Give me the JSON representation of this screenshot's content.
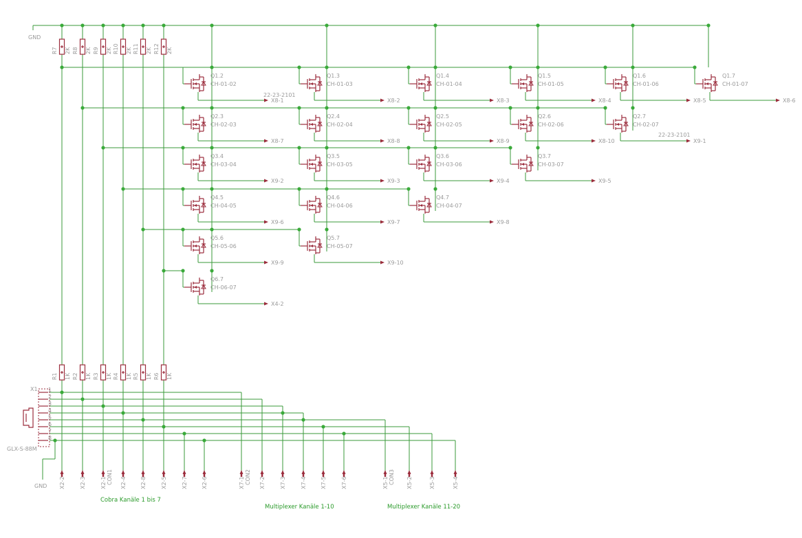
{
  "gnd_label": "GND",
  "connector": {
    "ref": "X1",
    "value": "GLX-S-88M",
    "pins": [
      "1",
      "2",
      "3",
      "4",
      "5",
      "6",
      "7",
      "8"
    ]
  },
  "pullup_resistors": [
    {
      "ref": "R7",
      "value": "2K"
    },
    {
      "ref": "R8",
      "value": "2K"
    },
    {
      "ref": "R9",
      "value": "2K"
    },
    {
      "ref": "R10",
      "value": "2K"
    },
    {
      "ref": "R11",
      "value": "2K"
    },
    {
      "ref": "R12",
      "value": "2K"
    }
  ],
  "series_resistors": [
    {
      "ref": "R1",
      "value": "1K"
    },
    {
      "ref": "R2",
      "value": "1K"
    },
    {
      "ref": "R3",
      "value": "1K"
    },
    {
      "ref": "R4",
      "value": "1K"
    },
    {
      "ref": "R5",
      "value": "1K"
    },
    {
      "ref": "R6",
      "value": "1K"
    }
  ],
  "transistors": [
    {
      "ref": "Q1.2",
      "value": "CH-01-02",
      "out": "X8-1"
    },
    {
      "ref": "Q1.3",
      "value": "CH-01-03",
      "out": "X8-2"
    },
    {
      "ref": "Q1.4",
      "value": "CH-01-04",
      "out": "X8-3"
    },
    {
      "ref": "Q1.5",
      "value": "CH-01-05",
      "out": "X8-4"
    },
    {
      "ref": "Q1.6",
      "value": "CH-01-06",
      "out": "X8-5"
    },
    {
      "ref": "Q1.7",
      "value": "CH-01-07",
      "out": "X8-6"
    },
    {
      "ref": "Q2.3",
      "value": "CH-02-03",
      "out": "X8-7"
    },
    {
      "ref": "Q2.4",
      "value": "CH-02-04",
      "out": "X8-8"
    },
    {
      "ref": "Q2.5",
      "value": "CH-02-05",
      "out": "X8-9"
    },
    {
      "ref": "Q2.6",
      "value": "CH-02-06",
      "out": "X8-10"
    },
    {
      "ref": "Q2.7",
      "value": "CH-02-07",
      "out": "X9-1"
    },
    {
      "ref": "Q3.4",
      "value": "CH-03-04",
      "out": "X9-2"
    },
    {
      "ref": "Q3.5",
      "value": "CH-03-05",
      "out": "X9-3"
    },
    {
      "ref": "Q3.6",
      "value": "CH-03-06",
      "out": "X9-4"
    },
    {
      "ref": "Q3.7",
      "value": "CH-03-07",
      "out": "X9-5"
    },
    {
      "ref": "Q4.5",
      "value": "CH-04-05",
      "out": "X9-6"
    },
    {
      "ref": "Q4.6",
      "value": "CH-04-06",
      "out": "X9-7"
    },
    {
      "ref": "Q4.7",
      "value": "CH-04-07",
      "out": "X9-8"
    },
    {
      "ref": "Q5.6",
      "value": "CH-05-06",
      "out": "X9-9"
    },
    {
      "ref": "Q5.7",
      "value": "CH-05-07",
      "out": "X9-10"
    },
    {
      "ref": "Q6.7",
      "value": "CH-06-07",
      "out": "X4-2"
    }
  ],
  "part_number_notes": [
    "22-23-2101",
    "22-23-2101"
  ],
  "bottom_terminals": [
    {
      "name": "X2-2",
      "extra": ""
    },
    {
      "name": "X2-3",
      "extra": ""
    },
    {
      "name": "X2-1",
      "extra": "CON1"
    },
    {
      "name": "X2-4",
      "extra": ""
    },
    {
      "name": "X2-8",
      "extra": ""
    },
    {
      "name": "X2-5",
      "extra": ""
    },
    {
      "name": "X2-7",
      "extra": ""
    },
    {
      "name": "X2-6",
      "extra": ""
    },
    {
      "name": "X7-1",
      "extra": "CON2"
    },
    {
      "name": "X7-2",
      "extra": ""
    },
    {
      "name": "X7-3",
      "extra": ""
    },
    {
      "name": "X7-4",
      "extra": ""
    },
    {
      "name": "X7-5",
      "extra": ""
    },
    {
      "name": "X7-6",
      "extra": ""
    },
    {
      "name": "X5-1",
      "extra": "CON3"
    },
    {
      "name": "X5-2",
      "extra": ""
    },
    {
      "name": "X5-3",
      "extra": ""
    },
    {
      "name": "X5-4",
      "extra": ""
    }
  ],
  "notes": [
    "Cobra Kanäle 1 bis 7",
    "Multiplexer Kanäle 1-10",
    "Multiplexer Kanäle 11-20"
  ],
  "colors": {
    "wire": "#3a9a3a",
    "part": "#9b2c3c",
    "junction": "#3aaa3a",
    "text": "#9a9a9a",
    "note": "#2a9a2a"
  }
}
